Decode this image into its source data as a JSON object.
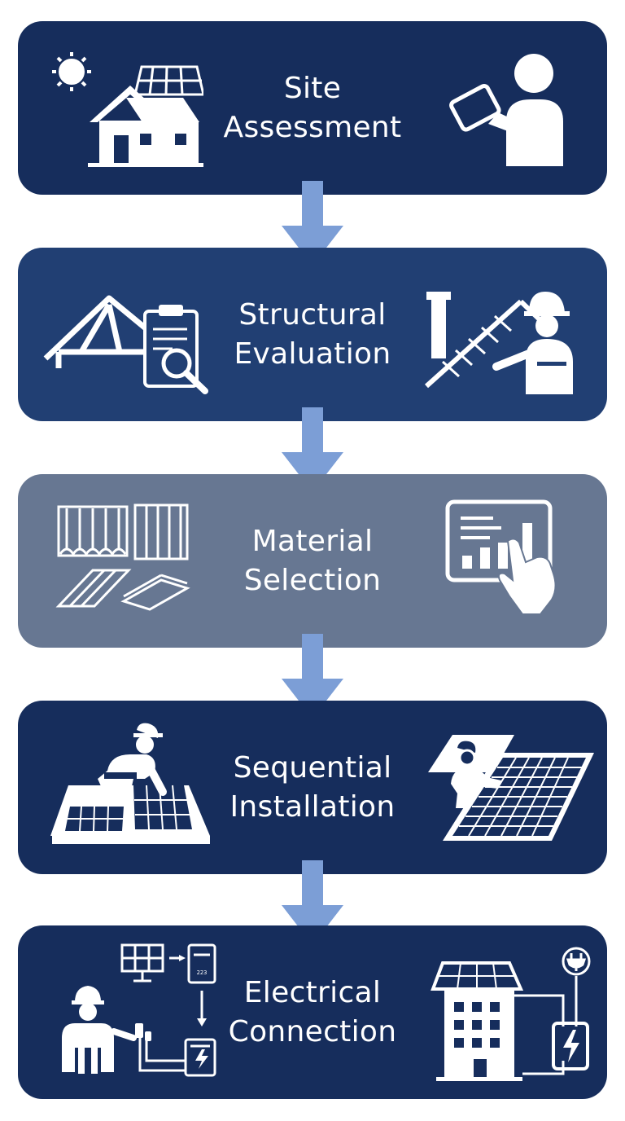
{
  "colors": {
    "step_dark": "#162d5c",
    "step_mid": "#213f73",
    "step_muted": "#677792",
    "arrow": "#7c9ed6",
    "icon": "#ffffff"
  },
  "steps": [
    {
      "title": "Site\nAssessment",
      "left_icon": "house-solar-sun-icon",
      "right_icon": "person-tablet-icon"
    },
    {
      "title": "Structural\nEvaluation",
      "left_icon": "roof-truss-clipboard-icon",
      "right_icon": "worker-roof-inspection-icon"
    },
    {
      "title": "Material\nSelection",
      "left_icon": "roofing-materials-icon",
      "right_icon": "tablet-chart-touch-icon"
    },
    {
      "title": "Sequential\nInstallation",
      "left_icon": "worker-installing-panels-icon",
      "right_icon": "worker-panel-array-icon"
    },
    {
      "title": "Electrical\nConnection",
      "left_icon": "electrician-wiring-icon",
      "right_icon": "building-battery-plug-icon"
    }
  ],
  "meter_readout": "223"
}
